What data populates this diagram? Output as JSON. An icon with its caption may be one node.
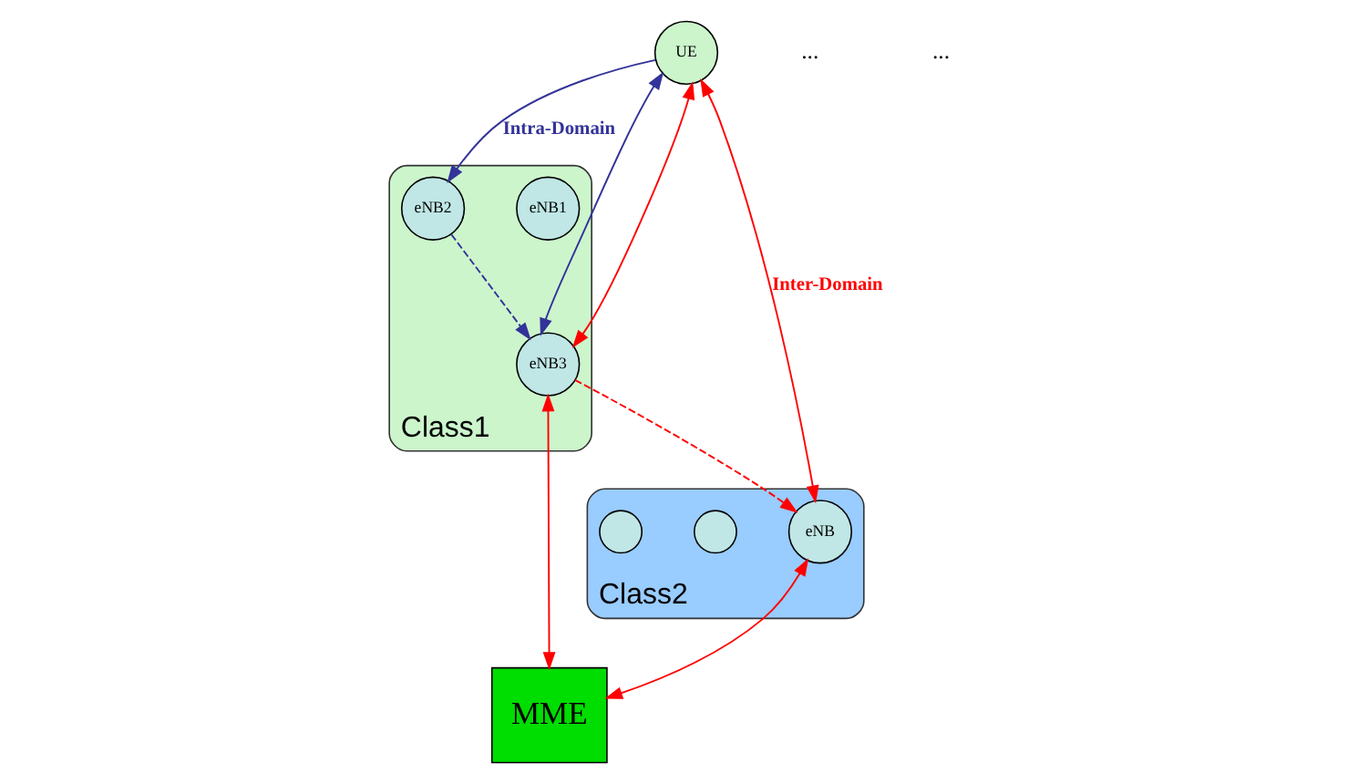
{
  "diagram": {
    "nodes": [
      {
        "text": [
          "Class1"
        ]
      },
      {
        "text": [
          "eNB1"
        ],
        "in": 0
      },
      {
        "text": [
          "eNB2"
        ],
        "in": 0
      },
      {
        "text": [
          "eNB3"
        ],
        "in": 0
      },
      {
        "text": [
          "UE"
        ]
      },
      {
        "text": [
          "Class2"
        ]
      },
      {
        "text": [
          "eNB"
        ],
        "in": 5
      },
      {
        "text": [],
        "shape": "circle",
        "in": 5
      },
      {
        "text": [],
        "shape": "circle",
        "in": 5
      },
      {
        "text": [
          "MME"
        ]
      }
    ],
    "edges": [
      {
        "from": 4,
        "to": 2,
        "arrow": "to",
        "color": "#333399",
        "label": "Intra-Domain"
      },
      {
        "from": 2,
        "to": 3,
        "arrow": "to",
        "style": "dashed",
        "color": "#333399"
      },
      {
        "from": 4,
        "to": 3,
        "arrow": "both",
        "color": "#333399"
      },
      {
        "from": 4,
        "to": 3,
        "arrow": "both"
      },
      {
        "from": 3,
        "to": 6,
        "arrow": "to",
        "style": "dashed"
      },
      {
        "from": 4,
        "to": 6,
        "arrow": "both",
        "label": "Inter-Domain"
      },
      {
        "from": 3,
        "to": 9,
        "arrow": "both"
      },
      {
        "from": 6,
        "to": 9,
        "arrow": "both"
      }
    ],
    "labels": [
      "...",
      "..."
    ]
  }
}
